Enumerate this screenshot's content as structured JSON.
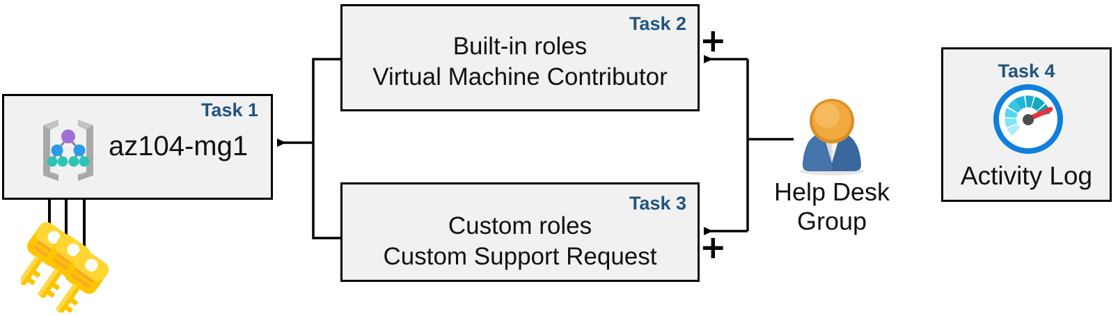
{
  "diagram": {
    "title": "Azure RBAC task diagram",
    "colors": {
      "task_label": "#1f5480",
      "box_fill": "#f1f1f1",
      "box_border": "#000000",
      "connector": "#000000",
      "key_yellow": "#fdc500",
      "key_orange": "#f9a825",
      "person_head": "#e8a33d",
      "person_body": "#3d6ea5",
      "gauge_ring": "#0f7fdb",
      "gauge_needle": "#e8323c",
      "mg_bracket": "#9e9e9e",
      "mg_node_purple": "#a06fd6",
      "mg_node_blue": "#2b9ae8",
      "mg_node_teal": "#2dc4b6"
    },
    "boxes": [
      {
        "id": "task1",
        "task_label": "Task 1",
        "lines": [
          "az104-mg1"
        ],
        "icon": "management-group-icon"
      },
      {
        "id": "task2",
        "task_label": "Task 2",
        "lines": [
          "Built-in roles",
          "Virtual Machine Contributor"
        ],
        "icon": null
      },
      {
        "id": "task3",
        "task_label": "Task 3",
        "lines": [
          "Custom roles",
          "Custom Support Request"
        ],
        "icon": null
      },
      {
        "id": "task4",
        "task_label": "Task 4",
        "lines": [
          "Activity Log"
        ],
        "icon": "activity-log-gauge-icon"
      }
    ],
    "actor": {
      "icon": "user-group-icon",
      "label_line1": "Help Desk",
      "label_line2": "Group"
    },
    "keys": {
      "icon": "three-keys-icon",
      "count": 3
    },
    "operators": [
      {
        "id": "plus-top",
        "symbol": "+"
      },
      {
        "id": "plus-bottom",
        "symbol": "+"
      }
    ]
  }
}
